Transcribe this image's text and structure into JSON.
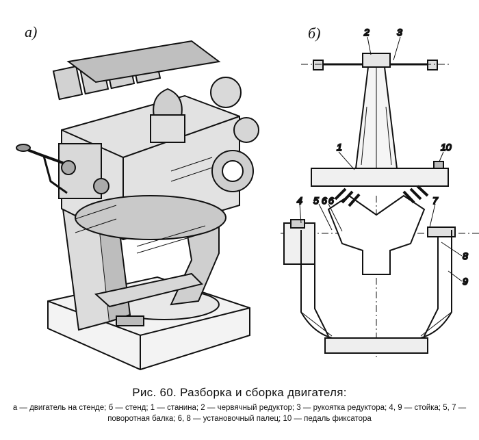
{
  "figure": {
    "panel_a_label": "а)",
    "panel_b_label": "б)",
    "callouts": [
      "1",
      "2",
      "3",
      "4",
      "5",
      "6",
      "6",
      "7",
      "8",
      "9",
      "10"
    ]
  },
  "caption": {
    "title": "Рис. 60. Разборка и сборка двигателя:",
    "legend": [
      "а — двигатель на стенде;",
      "б — стенд;",
      "1 — станина;",
      "2 — червячный редуктор;",
      "3 — рукоятка редуктора;",
      "4, 9 — стойка;",
      "5, 7 — поворотная балка;",
      "6, 8 — установочный палец;",
      "10 — педаль фиксатора"
    ]
  }
}
